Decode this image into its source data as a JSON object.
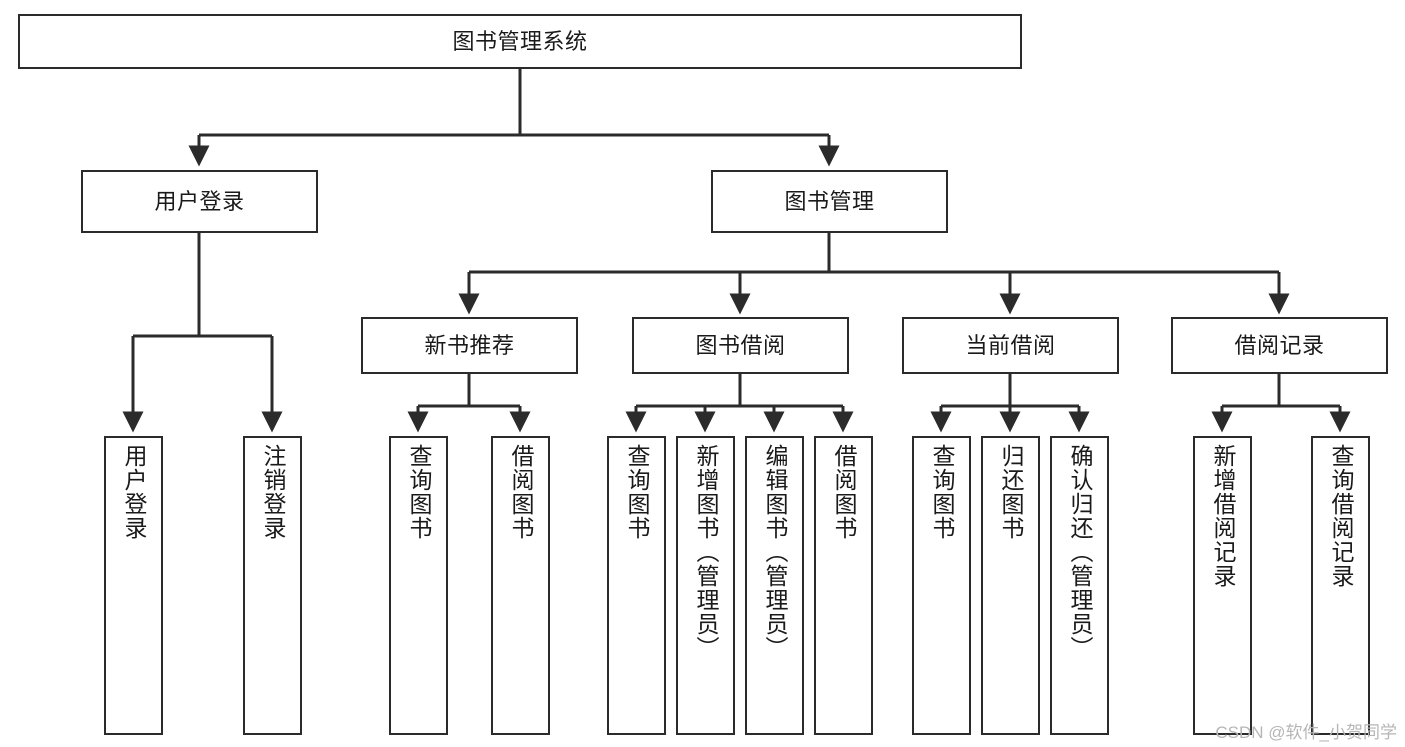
{
  "diagram": {
    "type": "tree",
    "title": "图书管理系统",
    "watermark": "CSDN @软件_小贺同学",
    "colors": {
      "box_border": "#2b2b2b",
      "box_fill": "#ffffff",
      "edge": "#2b2b2b",
      "text": "#1a1a1a",
      "watermark": "#b6b6b6",
      "background": "#ffffff"
    },
    "nodes": {
      "root": "图书管理系统",
      "level2": {
        "user_login": "用户登录",
        "book_manage": "图书管理"
      },
      "level3": {
        "new_book_recommend": "新书推荐",
        "book_borrow": "图书借阅",
        "current_borrow": "当前借阅",
        "borrow_record": "借阅记录"
      },
      "leaves": {
        "user_login_1": "用户登录",
        "user_login_2": "注销登录",
        "new_book_1": "查询图书",
        "new_book_2": "借阅图书",
        "book_borrow_1": "查询图书",
        "book_borrow_2": "新增图书（管理员）",
        "book_borrow_3": "编辑图书（管理员）",
        "book_borrow_4": "借阅图书",
        "current_borrow_1": "查询图书",
        "current_borrow_2": "归还图书",
        "current_borrow_3": "确认归还（管理员）",
        "borrow_record_1": "新增借阅记录",
        "borrow_record_2": "查询借阅记录"
      }
    }
  }
}
